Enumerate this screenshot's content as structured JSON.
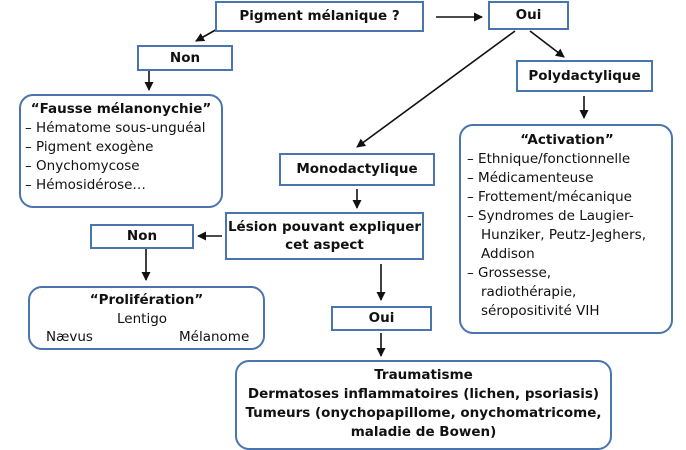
{
  "colors": {
    "box_border": "#4a74ad",
    "arrow": "#111111"
  },
  "nodes": {
    "pigment_question": "Pigment mélanique ?",
    "oui_top": "Oui",
    "non_top": "Non",
    "polydactylique": "Polydactylique",
    "fausse": {
      "title": "“Fausse mélanonychie”",
      "items": [
        "Hématome sous-unguéal",
        "Pigment exogène",
        "Onychomycose",
        "Hémosidérose…"
      ]
    },
    "activation": {
      "title": "“Activation”",
      "items": [
        "Ethnique/fonctionnelle",
        "Médicamenteuse",
        "Frottement/mécanique",
        "Syndromes de Laugier-Hunziker, Peutz-Jeghers, Addison",
        "Grossesse, radiothérapie, séropositivité VIH"
      ]
    },
    "monodactylique": "Monodactylique",
    "lesion": "Lésion pouvant expliquer cet aspect",
    "non_mid": "Non",
    "proliferation": {
      "title": "“Prolifération”",
      "lentigo": "Lentigo",
      "naevus": "Nævus",
      "melanome": "Mélanome"
    },
    "oui_mid": "Oui",
    "bottom": {
      "line1": "Traumatisme",
      "line2": "Dermatoses inflammatoires (lichen, psoriasis)",
      "line3": "Tumeurs (onychopapillome, onychomatricome,",
      "line4": "maladie de Bowen)"
    }
  }
}
